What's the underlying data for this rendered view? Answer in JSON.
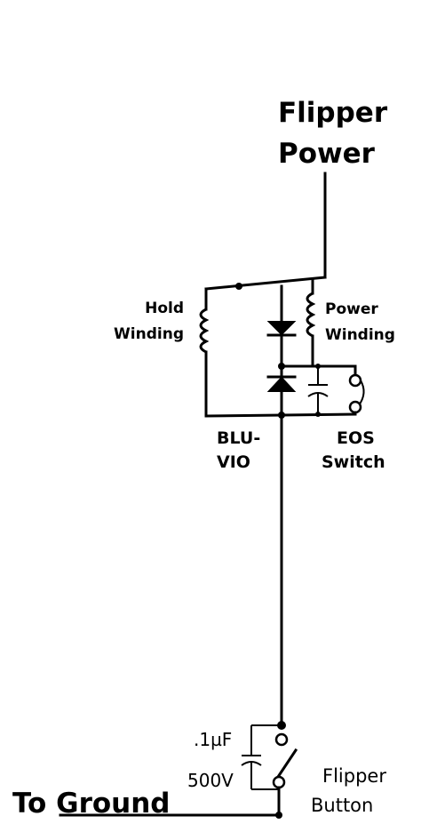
{
  "labels": {
    "flipper_power": [
      "Flipper",
      "Power"
    ],
    "hold_winding": [
      "Hold",
      "Winding"
    ],
    "power_winding": [
      "Power",
      "Winding"
    ],
    "wire_color": [
      "BLU-",
      "VIO"
    ],
    "eos_switch": [
      "EOS",
      "Switch"
    ],
    "capacitor_value": ".1µF",
    "capacitor_voltage": "500V",
    "flipper_button": [
      "Flipper",
      "Button"
    ],
    "ground": "To Ground"
  }
}
